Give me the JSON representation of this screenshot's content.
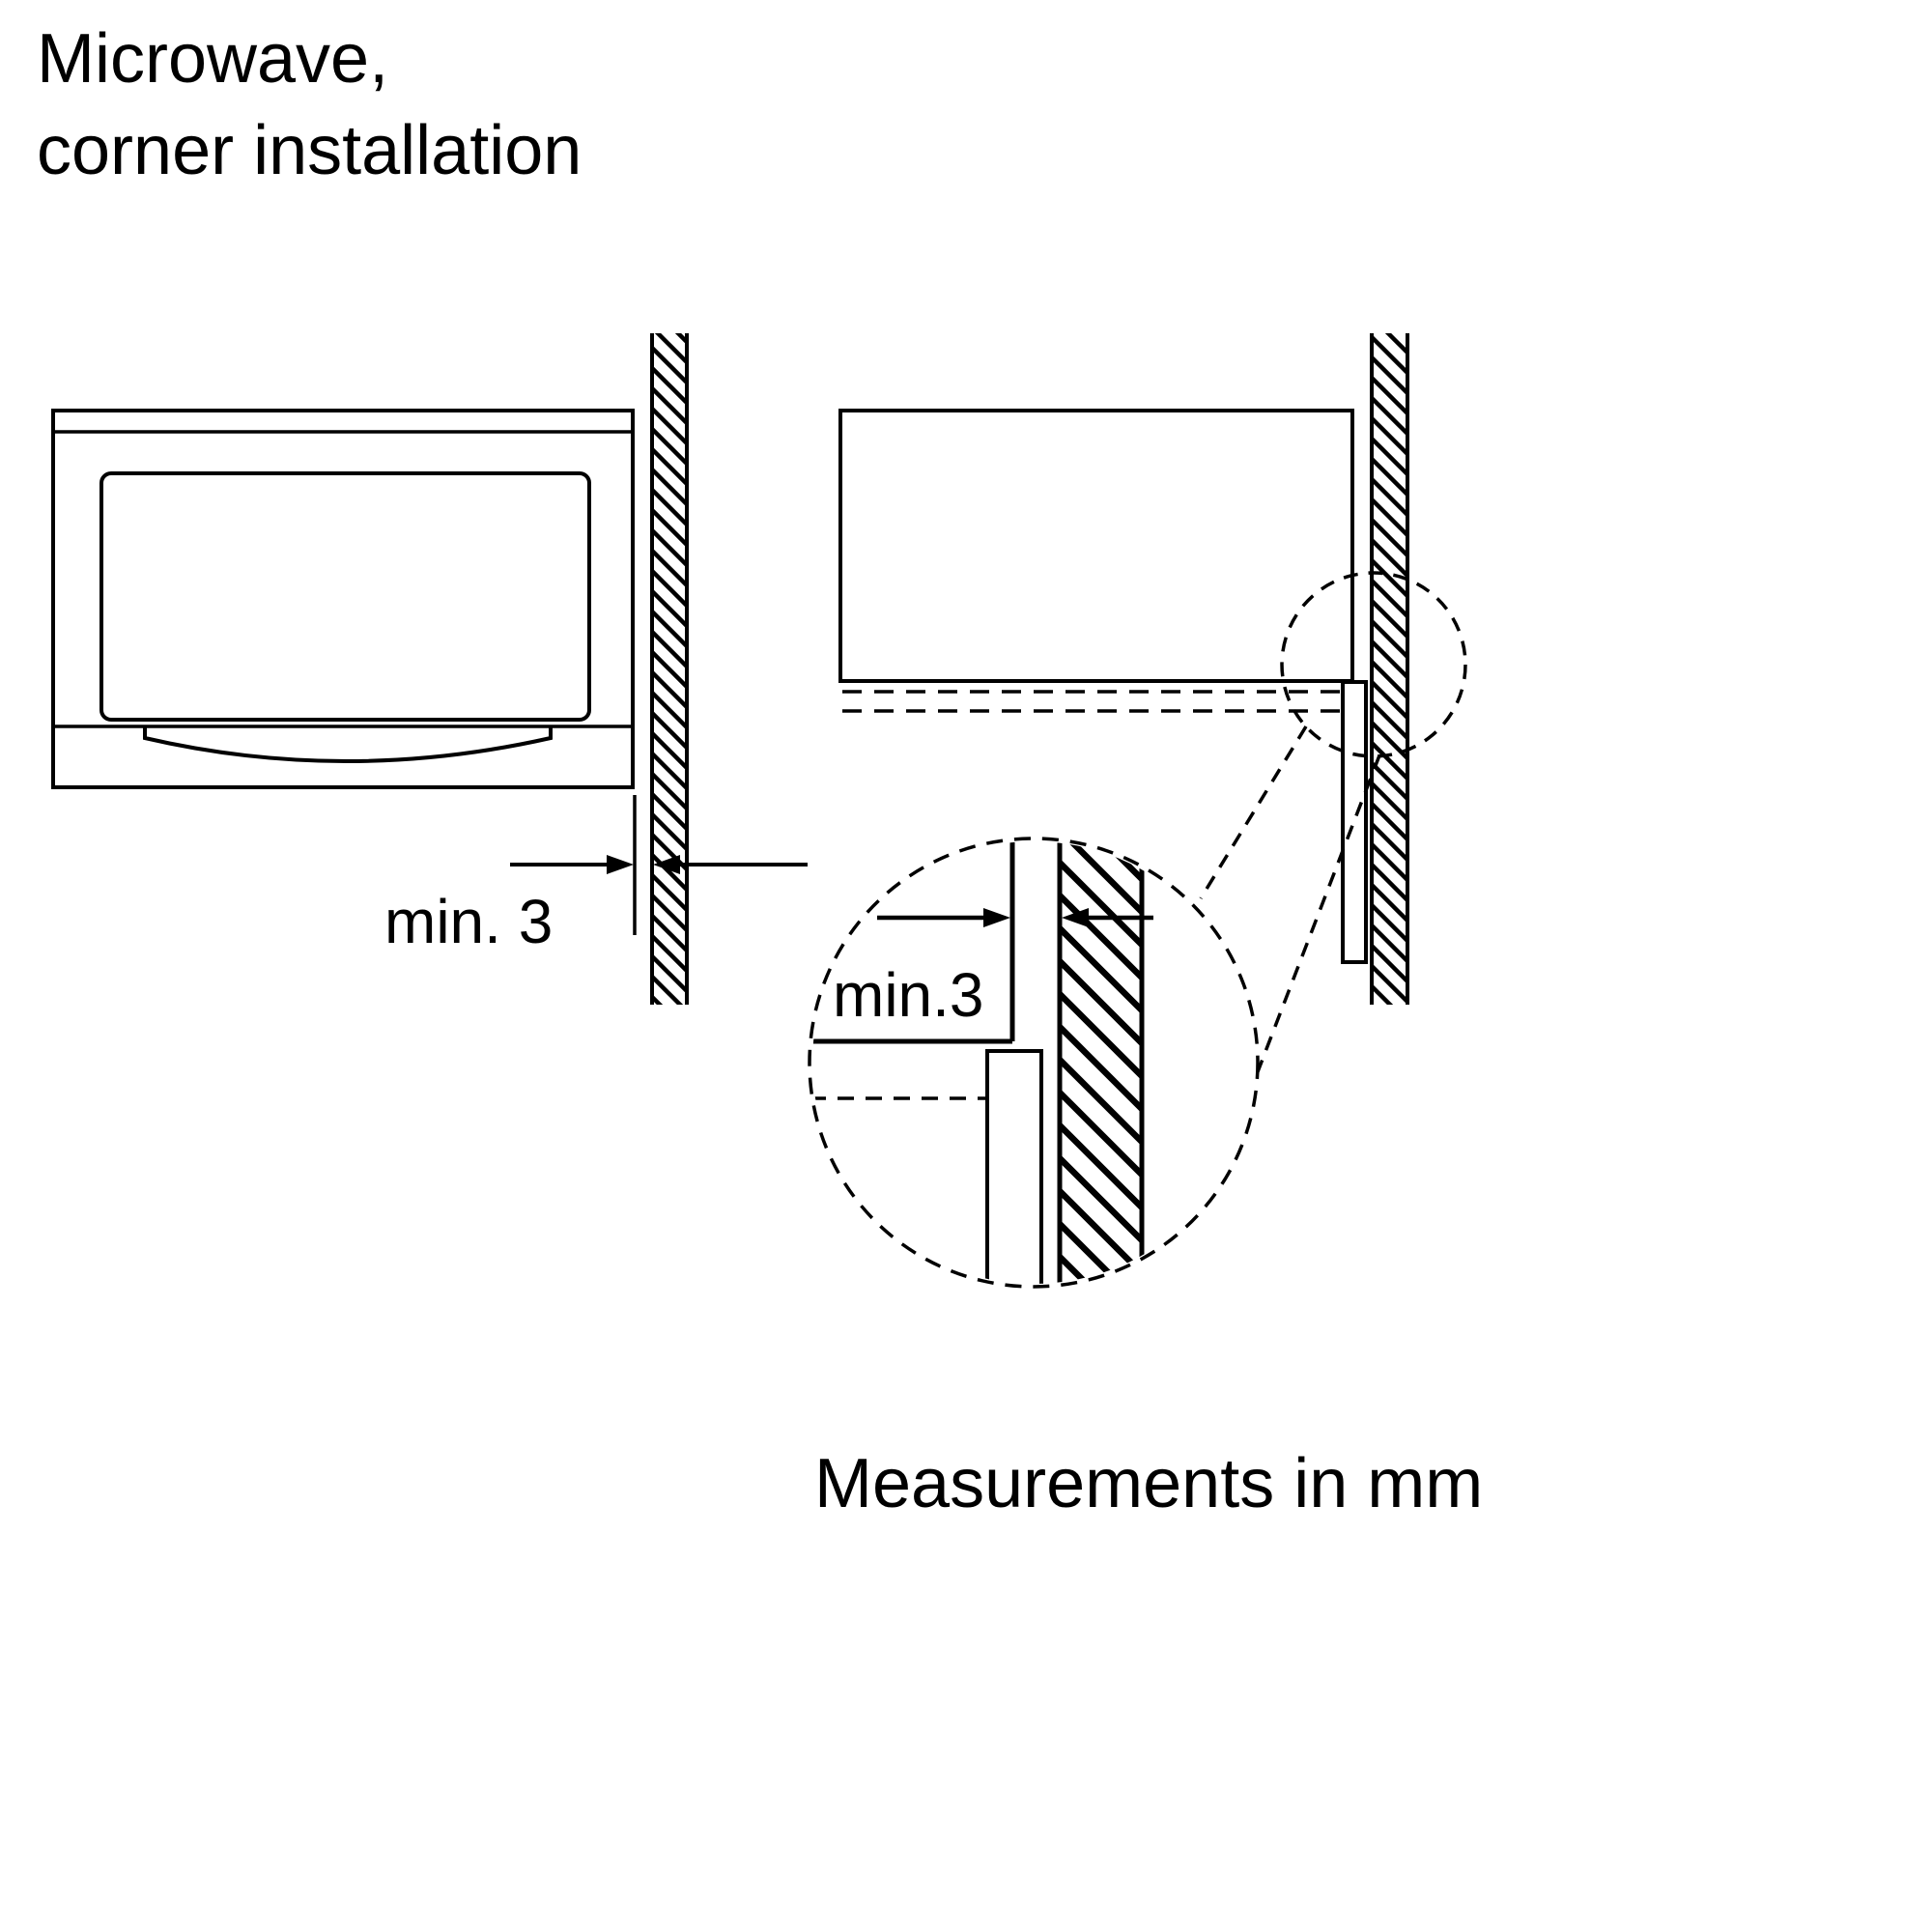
{
  "title": {
    "line1": "Microwave,",
    "line2": "corner installation"
  },
  "labels": {
    "front_clearance": "min. 3",
    "detail_clearance": "min.3",
    "footer": "Measurements in mm"
  },
  "measurements": {
    "unit": "mm",
    "min_wall_clearance_mm": 3
  },
  "colors": {
    "line": "#000000",
    "background": "#ffffff"
  }
}
